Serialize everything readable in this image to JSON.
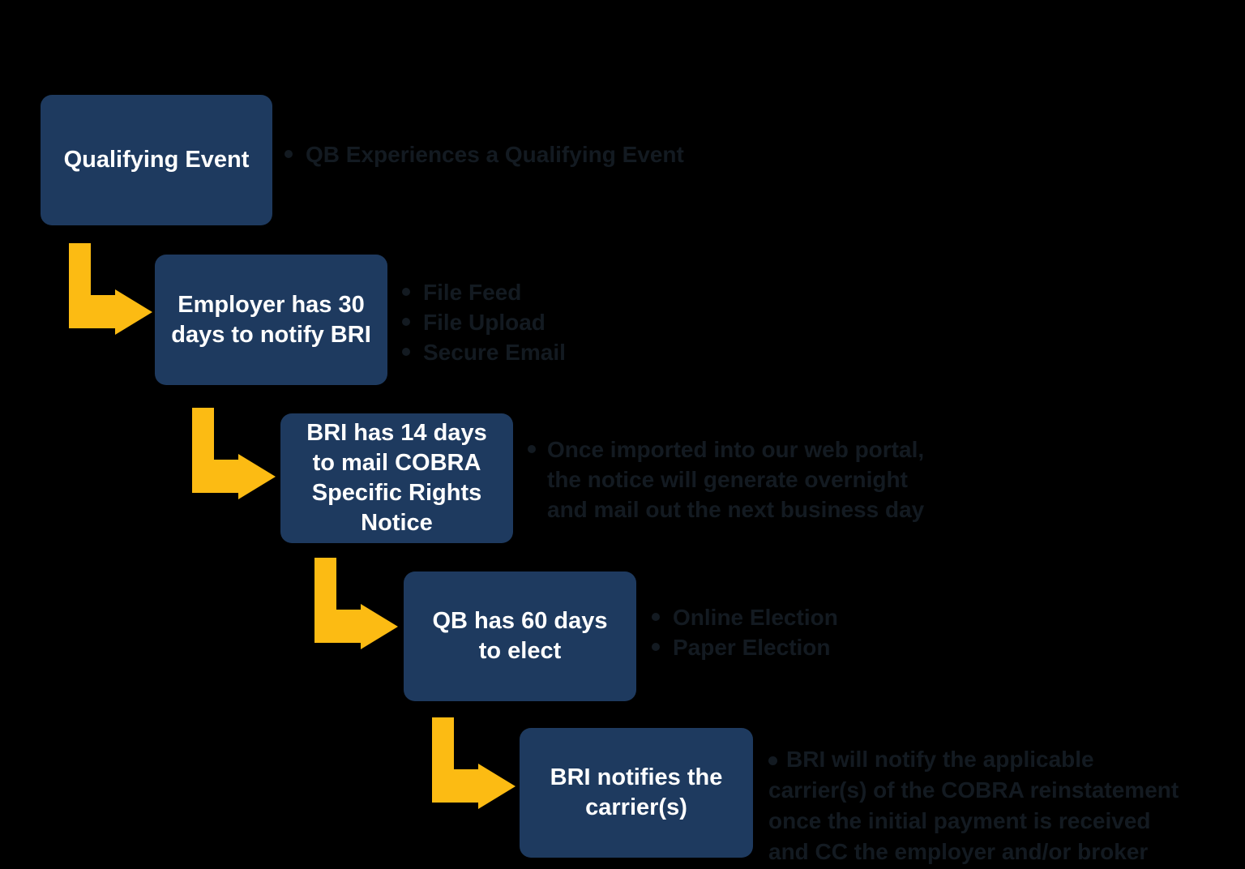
{
  "colors": {
    "background": "#000000",
    "box": "#1e3a5f",
    "box-text": "#ffffff",
    "arrow": "#fcbb13",
    "bullet-text": "#131a21"
  },
  "steps": [
    {
      "label_lines": [
        "Qualifying Event"
      ],
      "bullets": [
        [
          "QB Experiences a Qualifying Event"
        ]
      ]
    },
    {
      "label_lines": [
        "Employer has 30",
        "days to notify BRI"
      ],
      "bullets": [
        [
          "File Feed"
        ],
        [
          "File Upload"
        ],
        [
          "Secure Email"
        ]
      ]
    },
    {
      "label_lines": [
        "BRI has 14 days",
        "to mail COBRA",
        "Specific Rights",
        "Notice"
      ],
      "bullets": [
        [
          "Once imported into our web portal,",
          "the notice will generate overnight",
          "and mail out the next business day"
        ]
      ]
    },
    {
      "label_lines": [
        "QB has 60 days",
        "to elect"
      ],
      "bullets": [
        [
          "Online Election"
        ],
        [
          "Paper Election"
        ]
      ]
    },
    {
      "label_lines": [
        "BRI notifies the",
        "carrier(s)"
      ],
      "bullets": [
        [
          "BRI will notify the applicable",
          "carrier(s) of the COBRA reinstatement",
          "once the initial payment is received",
          "and CC the employer and/or broker"
        ]
      ]
    }
  ]
}
